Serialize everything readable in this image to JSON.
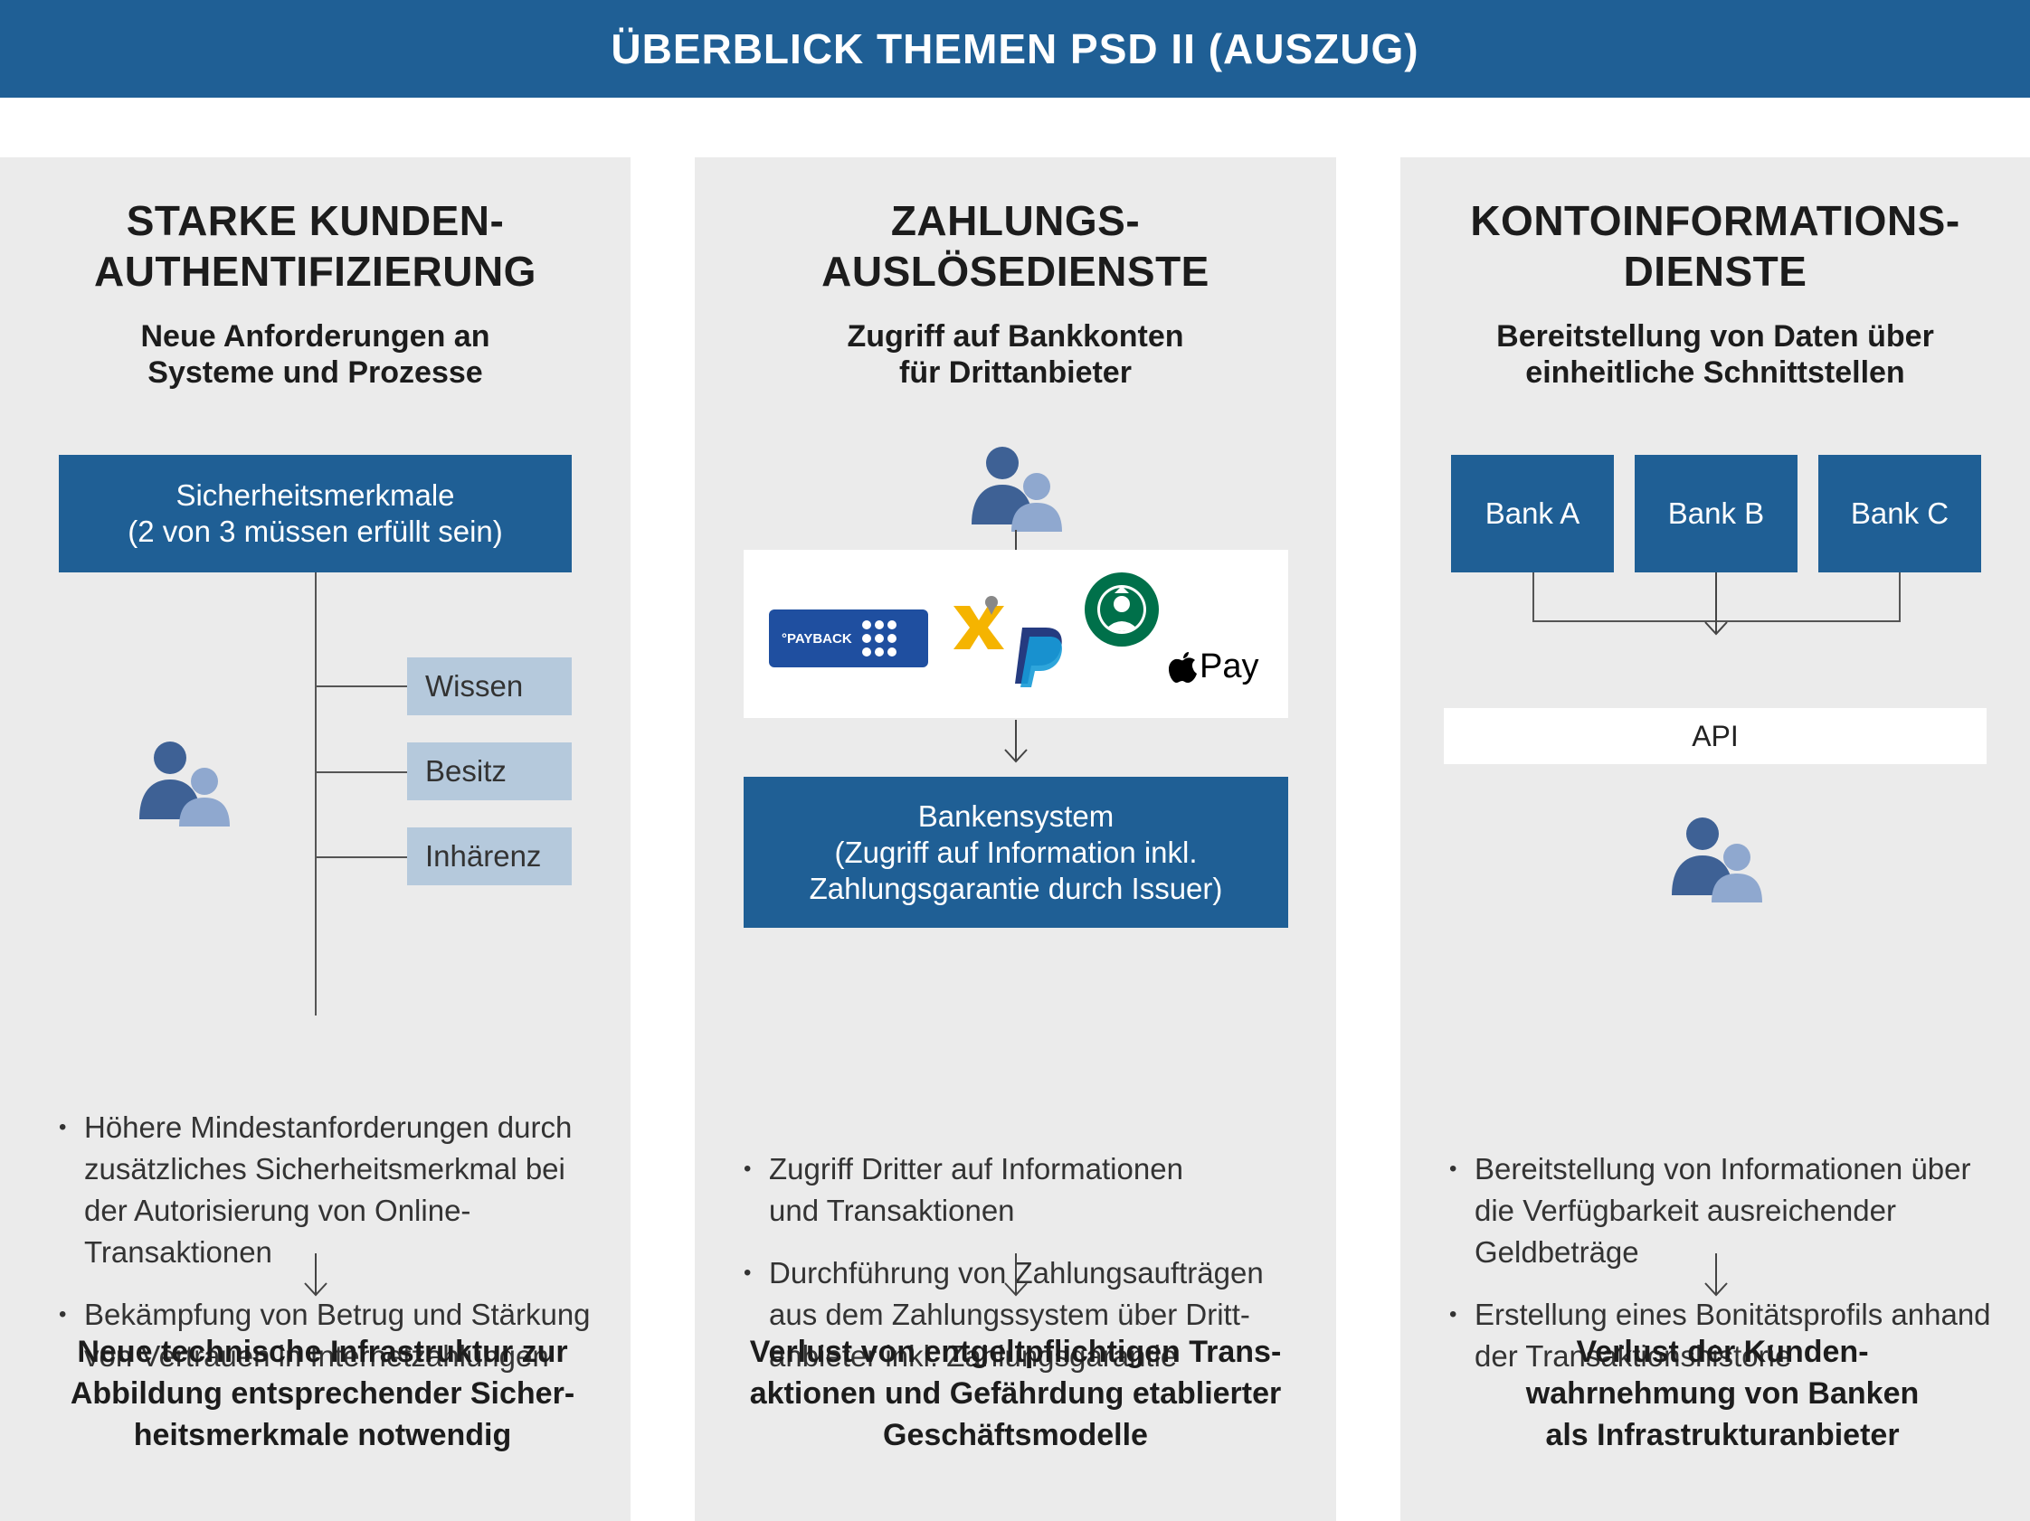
{
  "header": {
    "title": "ÜBERBLICK THEMEN PSD II (AUSZUG)"
  },
  "col1": {
    "title_line1": "STARKE KUNDEN-",
    "title_line2": "AUTHENTIFIZIERUNG",
    "sub_line1": "Neue Anforderungen an",
    "sub_line2": "Systeme und Prozesse",
    "box_line1": "Sicherheitsmerkmale",
    "box_line2": "(2 von 3 müssen erfüllt sein)",
    "items": [
      "Wissen",
      "Besitz",
      "Inhärenz"
    ],
    "bullet1_l1": "Höhere Mindestanforderungen durch",
    "bullet1_l2": "zusätzliches Sicherheitsmerkmal bei",
    "bullet1_l3": "der Autorisierung von Online-",
    "bullet1_l4": "Transaktionen",
    "bullet2_l1": "Bekämpfung von Betrug und Stärkung",
    "bullet2_l2": "von Vertrauen in Internetzahlungen",
    "conclusion_l1": "Neue technische Infrastruktur zur",
    "conclusion_l2": "Abbildung entsprechender Sicher-",
    "conclusion_l3": "heitsmerkmale notwendig"
  },
  "col2": {
    "title_line1": "ZAHLUNGS-",
    "title_line2": "AUSLÖSEDIENSTE",
    "sub_line1": "Zugriff auf Bankkonten",
    "sub_line2": "für Drittanbieter",
    "logos": {
      "payback": "°PAYBACK",
      "applepay": "Pay"
    },
    "box_line1": "Bankensystem",
    "box_line2": "(Zugriff auf Information inkl.",
    "box_line3": "Zahlungsgarantie durch Issuer)",
    "bullet1_l1": "Zugriff Dritter auf Informationen",
    "bullet1_l2": "und Transaktionen",
    "bullet2_l1": "Durchführung von Zahlungsaufträgen",
    "bullet2_l2": "aus dem Zahlungssystem über Dritt-",
    "bullet2_l3": "anbieter inkl. Zahlungsgarantie",
    "conclusion_l1": "Verlust von entgeltpflichtigen Trans-",
    "conclusion_l2": "aktionen und Gefährdung etablierter",
    "conclusion_l3": "Geschäftsmodelle"
  },
  "col3": {
    "title_line1": "KONTOINFORMATIONS-",
    "title_line2": "DIENSTE",
    "sub_line1": "Bereitstellung von Daten über",
    "sub_line2": "einheitliche Schnittstellen",
    "banks": [
      "Bank A",
      "Bank B",
      "Bank C"
    ],
    "api": "API",
    "bullet1_l1": "Bereitstellung von Informationen über",
    "bullet1_l2": "die Verfügbarkeit ausreichender",
    "bullet1_l3": "Geldbeträge",
    "bullet2_l1": "Erstellung eines Bonitätsprofils anhand",
    "bullet2_l2": "der Transaktionshistorie",
    "conclusion_l1": "Verlust der Kunden-",
    "conclusion_l2": "wahrnehmung von Banken",
    "conclusion_l3": "als Infrastrukturanbieter"
  },
  "colors": {
    "brand_blue": "#1f5f95",
    "light_blue": "#b5c9dc",
    "panel_gray": "#ebebeb"
  }
}
